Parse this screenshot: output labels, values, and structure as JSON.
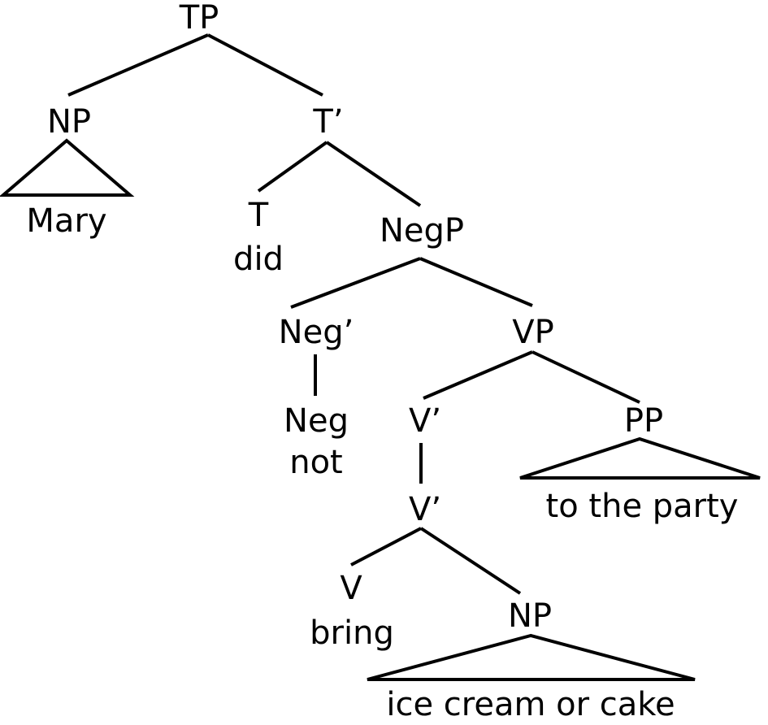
{
  "tree": {
    "labels": {
      "tp": "TP",
      "np_subject": "NP",
      "mary": "Mary",
      "t_bar": "T’",
      "t": "T",
      "did": "did",
      "negp": "NegP",
      "neg_bar": "Neg’",
      "neg": "Neg",
      "not": "not",
      "vp": "VP",
      "v_bar_upper": "V’",
      "v_bar_lower": "V’",
      "v": "V",
      "bring": "bring",
      "np_object": "NP",
      "ice_cream": "ice cream or cake",
      "pp": "PP",
      "to_party": "to the party"
    }
  }
}
